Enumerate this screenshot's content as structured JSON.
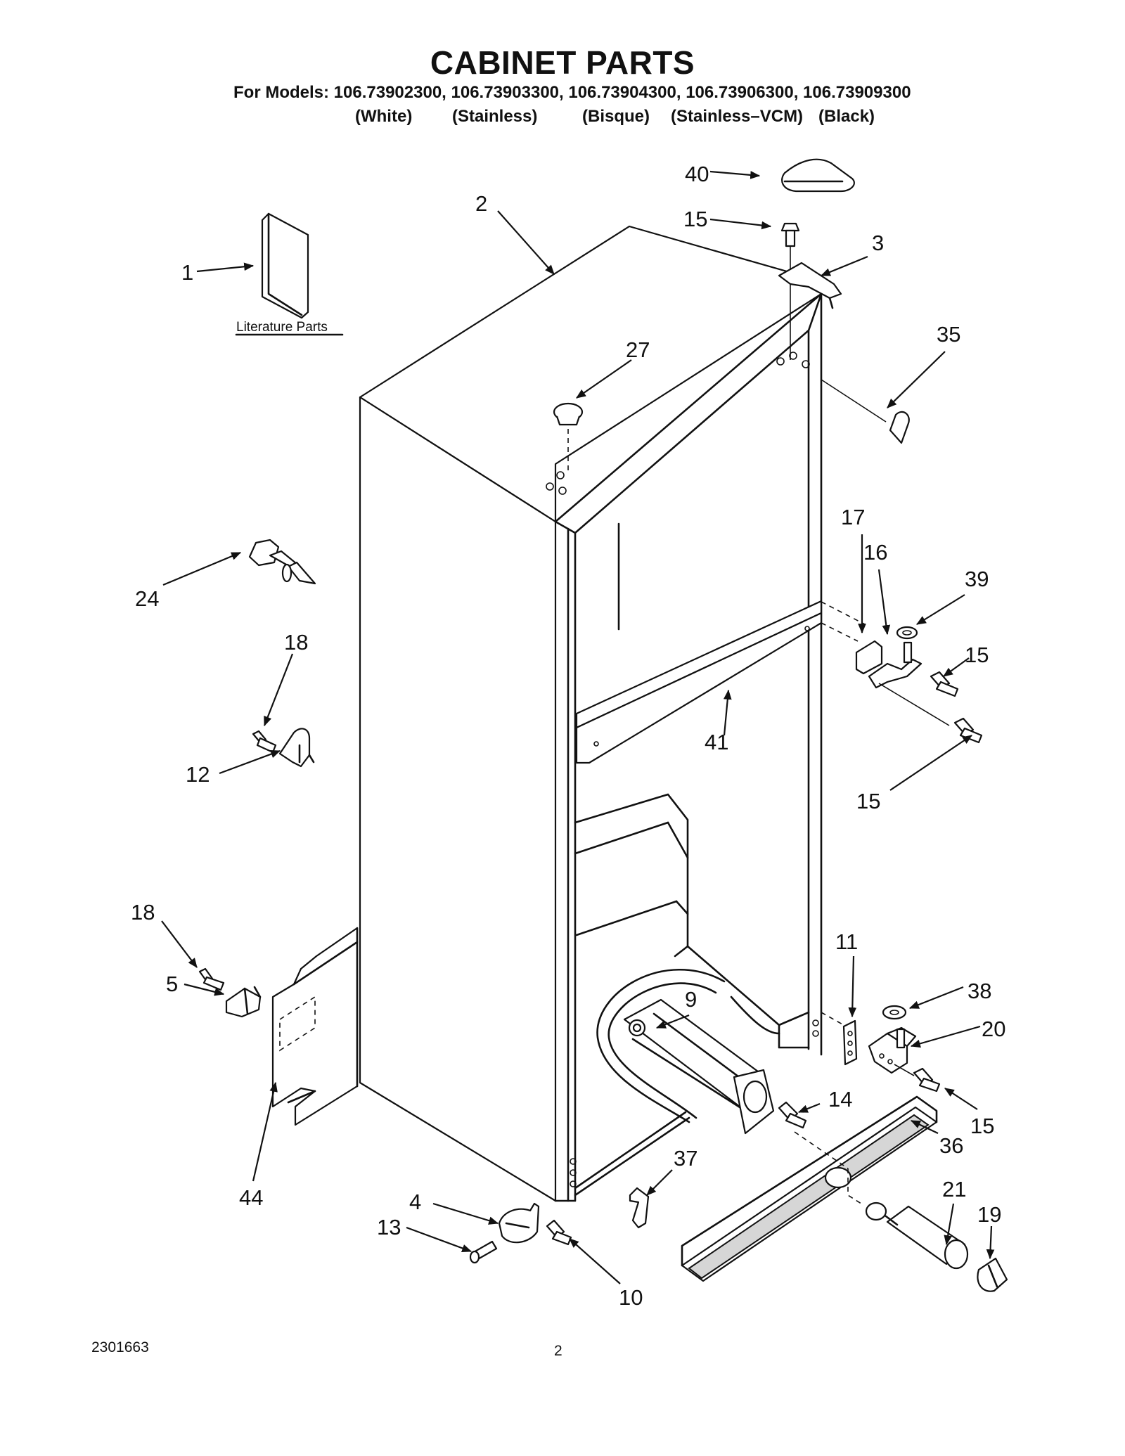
{
  "title": "CABINET PARTS",
  "models_label": "For Models:",
  "models": [
    "106.73902300,",
    "106.73903300,",
    "106.73904300,",
    "106.73906300,",
    "106.73909300"
  ],
  "colors": [
    "(White)",
    "(Stainless)",
    "(Bisque)",
    "(Stainless–VCM)",
    "(Black)"
  ],
  "literature_label": "Literature Parts",
  "document_number": "2301663",
  "page_number": "2",
  "callouts": [
    "1",
    "2",
    "3",
    "4",
    "5",
    "9",
    "10",
    "11",
    "12",
    "13",
    "14",
    "15",
    "15",
    "15",
    "15",
    "16",
    "17",
    "18",
    "18",
    "19",
    "20",
    "21",
    "24",
    "27",
    "35",
    "36",
    "37",
    "38",
    "39",
    "40",
    "41",
    "44"
  ]
}
